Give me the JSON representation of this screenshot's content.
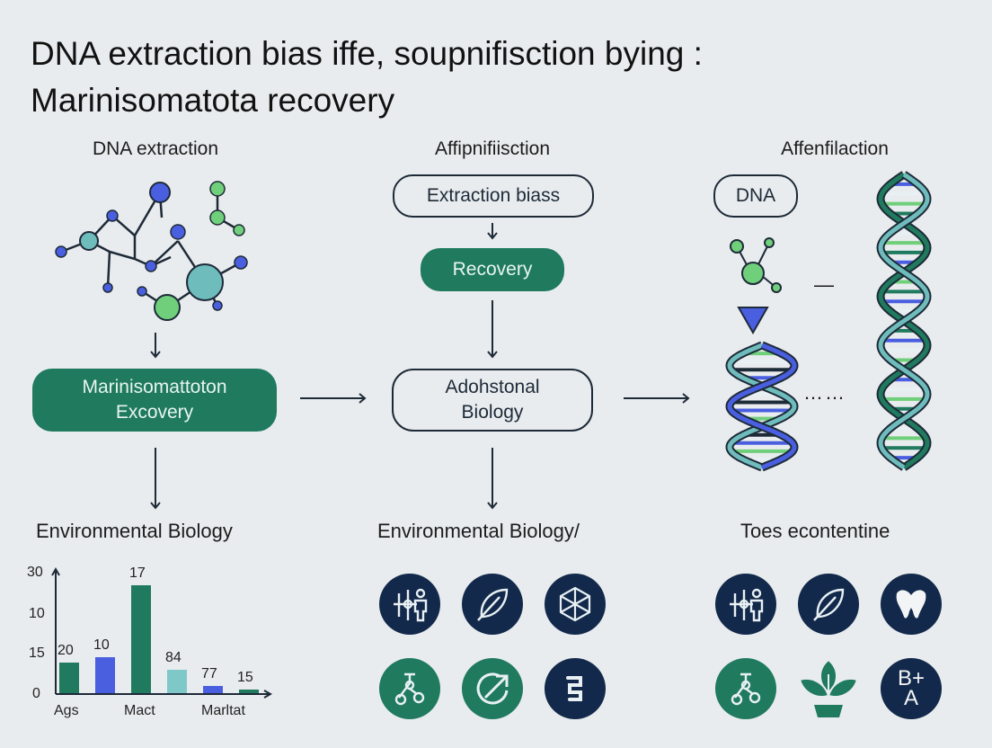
{
  "title": {
    "line1": "DNA extraction bias iffe, soupnifisction bying :",
    "line2": "Marinisomatota recovery"
  },
  "columns": {
    "left_heading": "DNA extraction",
    "middle_heading": "Affipnifiisction",
    "right_heading": "Affenfilaction"
  },
  "left": {
    "green_box_line1": "Marinisomattoton",
    "green_box_line2": "Excovery",
    "bottom_label": "Environmental Biology"
  },
  "middle": {
    "box_extraction": "Extraction biass",
    "box_recovery": "Recovery",
    "box_biology_line1": "Adohstonal",
    "box_biology_line2": "Biology",
    "bottom_label": "Environmental Biology/"
  },
  "right": {
    "box_dna": "DNA",
    "dots": "……",
    "dash": "—",
    "bottom_label": "Toes econtentine"
  },
  "chart_data": {
    "type": "bar",
    "y_ticks": [
      "30",
      "10",
      "15",
      "0"
    ],
    "x_labels": [
      "Ags",
      "Mact",
      "Marltat"
    ],
    "bars": [
      {
        "label": "20",
        "value": 20,
        "color": "#1f7a5e"
      },
      {
        "label": "10",
        "value": 10,
        "color": "#4a5fe0"
      },
      {
        "label": "17",
        "value": 17,
        "color": "#1f7a5e"
      },
      {
        "label": "84",
        "value": 84,
        "color": "#7ec8c8"
      },
      {
        "label": "77",
        "value": 77,
        "color": "#4a5fe0"
      },
      {
        "label": "15",
        "value": 15,
        "color": "#1f7a5e"
      }
    ]
  },
  "icons": {
    "middle": [
      "scale-person-icon",
      "leaf-icon",
      "cube-network-icon",
      "flask-icon",
      "arrow-cycle-icon",
      "protein-icon"
    ],
    "right": [
      "scale-person-icon",
      "leaf-icon",
      "tooth-icon",
      "flask-icon",
      "plant-icon",
      "ba-element-icon"
    ],
    "right_element_text_top": "B+",
    "right_element_text_bottom": "A"
  },
  "colors": {
    "background": "#e9ecee",
    "green": "#1f7a5e",
    "navy": "#13294b",
    "blue": "#4a5fe0",
    "light_teal": "#7ec8c8"
  }
}
